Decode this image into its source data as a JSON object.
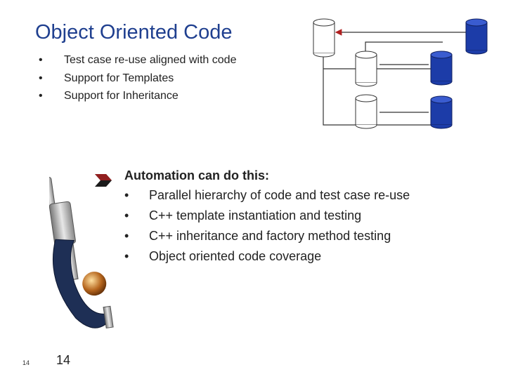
{
  "slide": {
    "title": "Object Oriented Code",
    "bullets": [
      "Test case re-use aligned with code",
      "Support for Templates",
      "Support for Inheritance"
    ],
    "bullet_glyph": "•",
    "automation": {
      "heading": "Automation can do this:",
      "items": [
        "Parallel hierarchy of code and test case re-use",
        "C++ template instantiation and testing",
        "C++ inheritance and factory method testing",
        "Object oriented code coverage"
      ]
    },
    "slide_number_small": "14",
    "slide_number_large": "14"
  },
  "colors": {
    "title": "#1f3f8f",
    "db_blue": "#1c3ca8",
    "db_white": "#ffffff",
    "connector": "#333333",
    "arrow_accent": "#b02020"
  }
}
